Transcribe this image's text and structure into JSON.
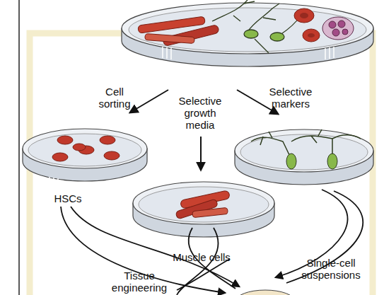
{
  "diagram": {
    "labels": [
      "Cell sorting",
      "Selective growth media",
      "Selective markers",
      "HSCs",
      "Muscle cells",
      "Single-cell suspensions",
      "Tissue engineering"
    ]
  }
}
